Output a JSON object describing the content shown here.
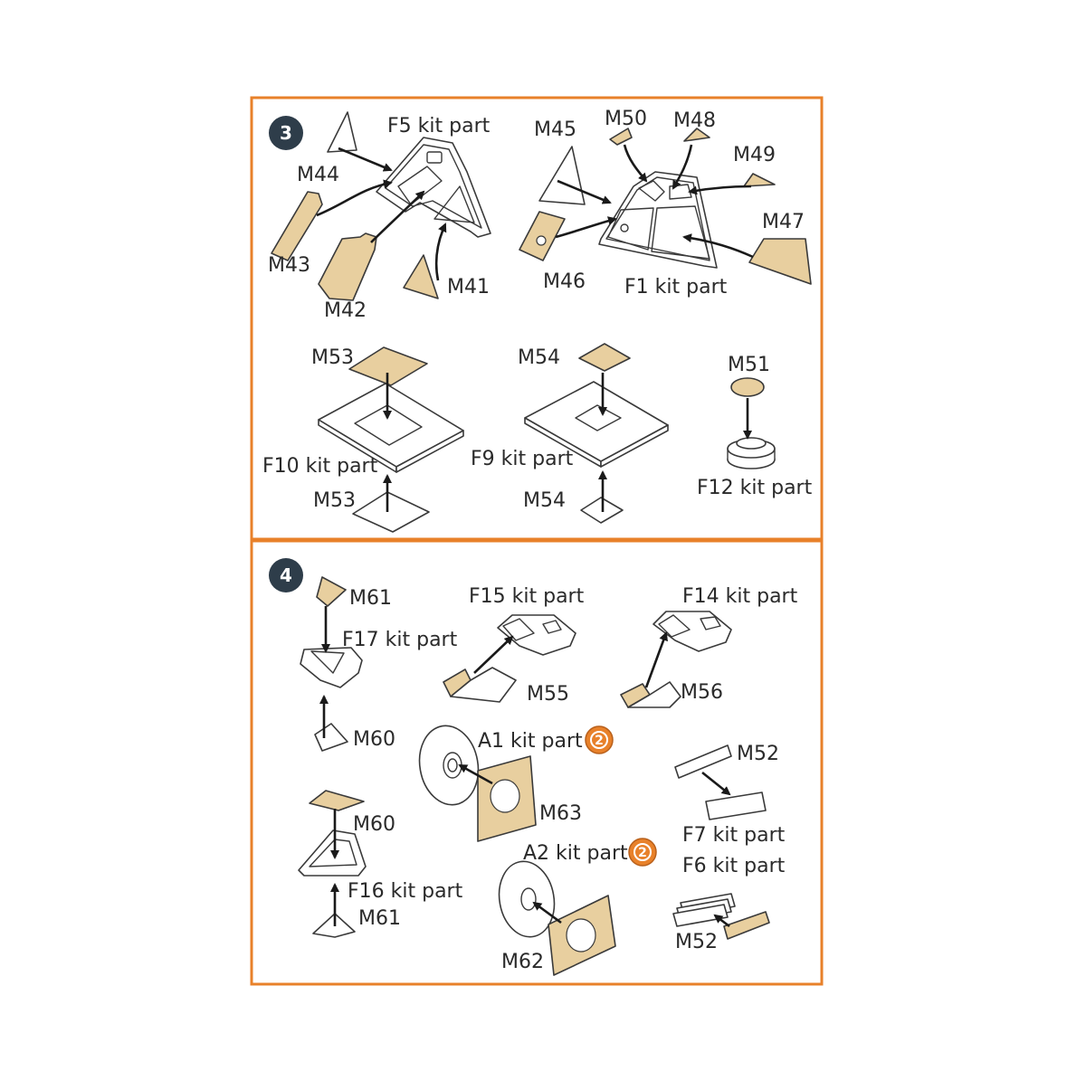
{
  "colors": {
    "frame": "#e8812a",
    "badge": "#2e3d4a",
    "photoetch": "#e8cf9f",
    "rotate_badge": "#e8812a"
  },
  "step3": {
    "number": "3",
    "labels": {
      "f5": "F5 kit part",
      "m44": "M44",
      "m43": "M43",
      "m42": "M42",
      "m41": "M41",
      "m45": "M45",
      "m50": "M50",
      "m48": "M48",
      "m49": "M49",
      "m47": "M47",
      "m46": "M46",
      "f1": "F1 kit part",
      "m53_top": "M53",
      "f10": "F10 kit part",
      "m53_bottom": "M53",
      "m54_top": "M54",
      "f9": "F9 kit part",
      "m54_bottom": "M54",
      "m51": "M51",
      "f12": "F12 kit part"
    }
  },
  "step4": {
    "number": "4",
    "labels": {
      "m61_top": "M61",
      "f17": "F17 kit part",
      "m60_top": "M60",
      "f15": "F15 kit part",
      "m55": "M55",
      "f14": "F14 kit part",
      "m56": "M56",
      "a1": "A1 kit part",
      "m63": "M63",
      "m52_top": "M52",
      "f7": "F7 kit part",
      "m60_bottom": "M60",
      "f16": "F16 kit part",
      "m61_bottom": "M61",
      "a2": "A2 kit part",
      "m62": "M62",
      "f6": "F6 kit part",
      "m52_bottom": "M52"
    },
    "rotate_icon_glyph": "2"
  }
}
